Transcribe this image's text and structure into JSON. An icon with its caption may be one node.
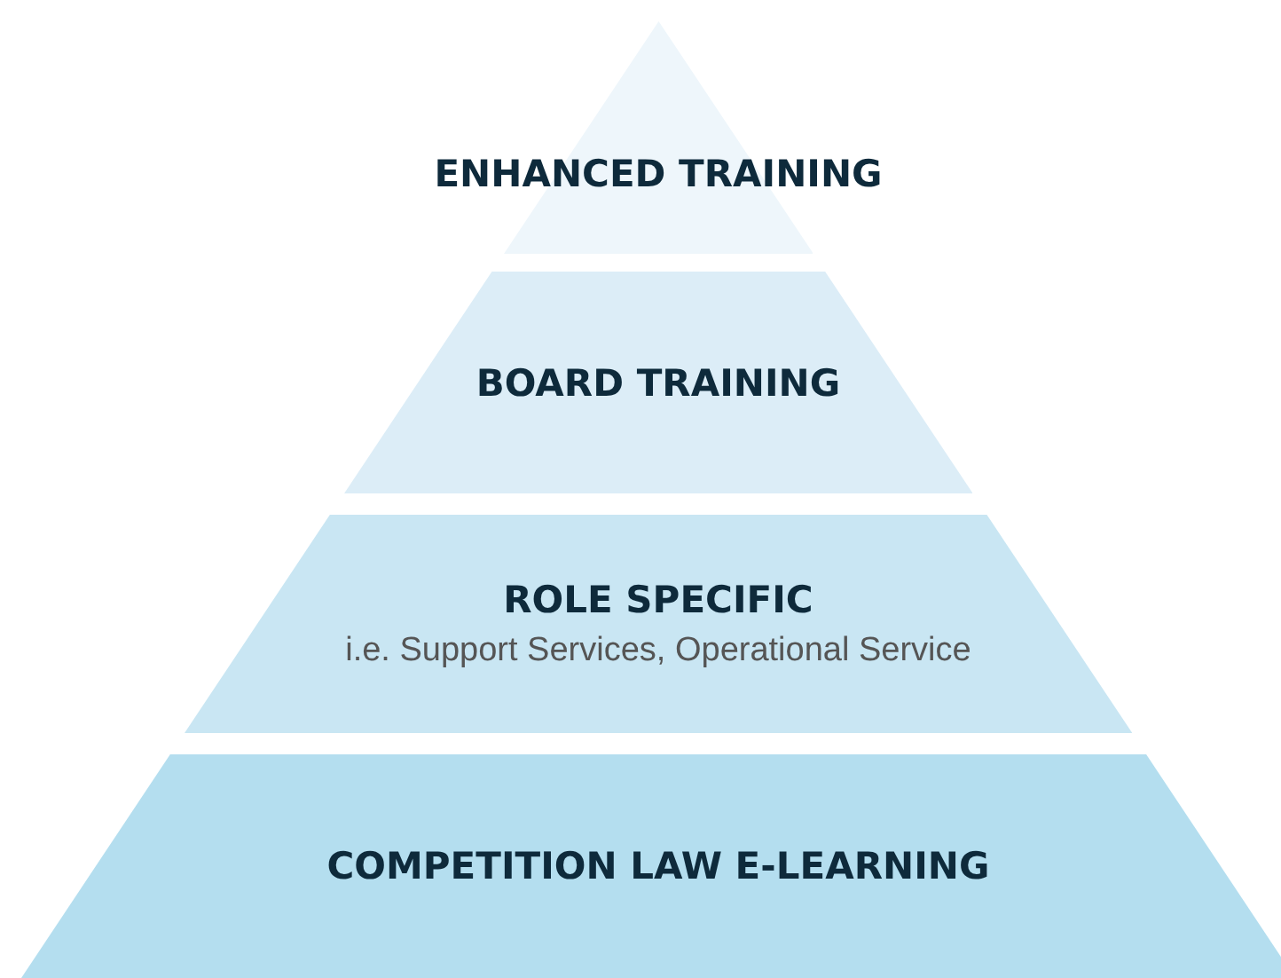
{
  "diagram": {
    "nodes": [
      {
        "text": [
          "ENHANCED TRAINING"
        ]
      },
      {
        "text": [
          "BOARD TRAINING"
        ]
      },
      {
        "text": [
          "ROLE SPECIFIC",
          "i.e. Support Services, Operational Service"
        ]
      },
      {
        "text": [
          "COMPETITION LAW E-LEARNING"
        ]
      }
    ]
  }
}
